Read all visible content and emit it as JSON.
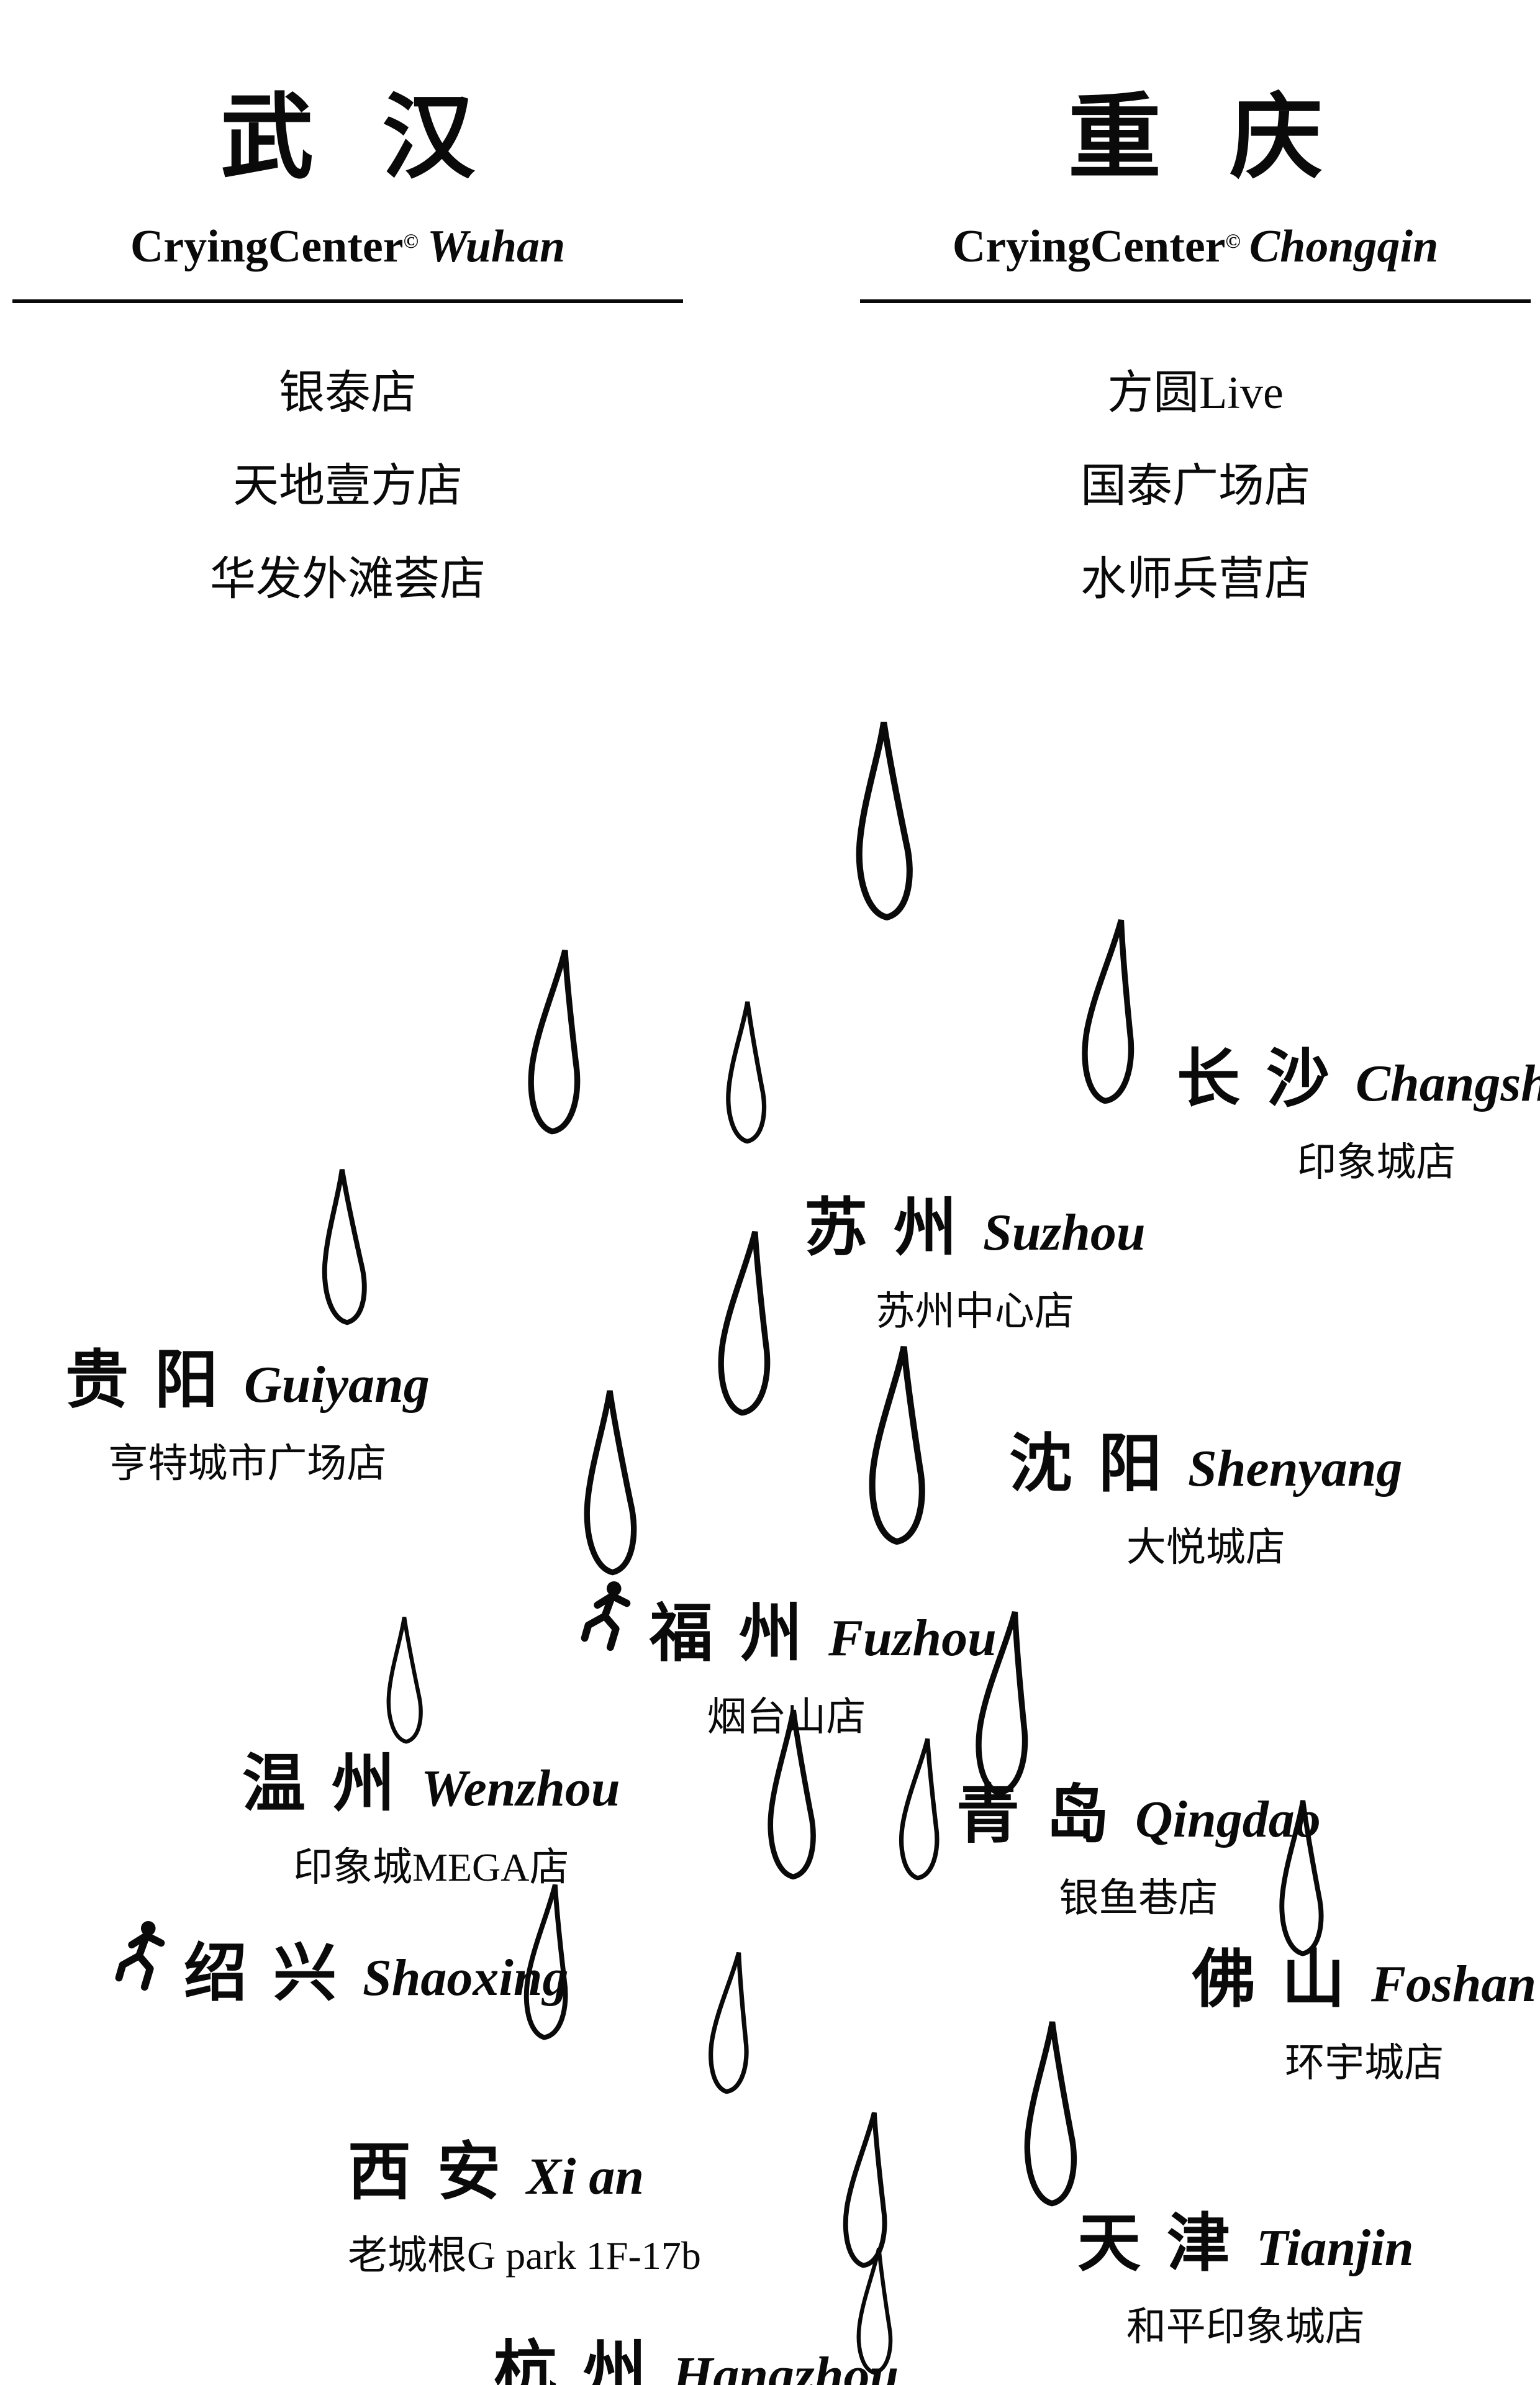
{
  "page": {
    "background": "#ffffff",
    "ink": "#0a0a0a"
  },
  "icons": {
    "teardrop": "outlined-ink-teardrop",
    "figure": "small-ink-person-figure"
  },
  "headers": [
    {
      "city_cn": "武汉",
      "brand": "CryingCenter",
      "mark": "©",
      "city_en": "Wuhan",
      "stores": [
        "银泰店",
        "天地壹方店",
        "华发外滩荟店"
      ]
    },
    {
      "city_cn": "重庆",
      "brand": "CryingCenter",
      "mark": "©",
      "city_en": "Chongqin",
      "stores": [
        "方圆Live",
        "国泰广场店",
        "水师兵营店"
      ]
    }
  ],
  "cities": [
    {
      "cn": "长沙",
      "en": "Changsha",
      "store": "印象城店"
    },
    {
      "cn": "苏州",
      "en": "Suzhou",
      "store": "苏州中心店"
    },
    {
      "cn": "贵阳",
      "en": "Guiyang",
      "store": "亨特城市广场店"
    },
    {
      "cn": "沈阳",
      "en": "Shenyang",
      "store": "大悦城店"
    },
    {
      "cn": "福州",
      "en": "Fuzhou",
      "store": "烟台山店"
    },
    {
      "cn": "温州",
      "en": "Wenzhou",
      "store": "印象城MEGA店"
    },
    {
      "cn": "青岛",
      "en": "Qingdao",
      "store": "银鱼巷店"
    },
    {
      "cn": "绍兴",
      "en": "Shaoxing"
    },
    {
      "cn": "佛山",
      "en": "Foshan",
      "store": "环宇城店"
    },
    {
      "cn": "西安",
      "en": "Xi an",
      "store": "老城根G park 1F-17b"
    },
    {
      "cn": "天津",
      "en": "Tianjin",
      "store": "和平印象城店"
    },
    {
      "cn": "杭州",
      "en": "Hangzhou"
    }
  ]
}
